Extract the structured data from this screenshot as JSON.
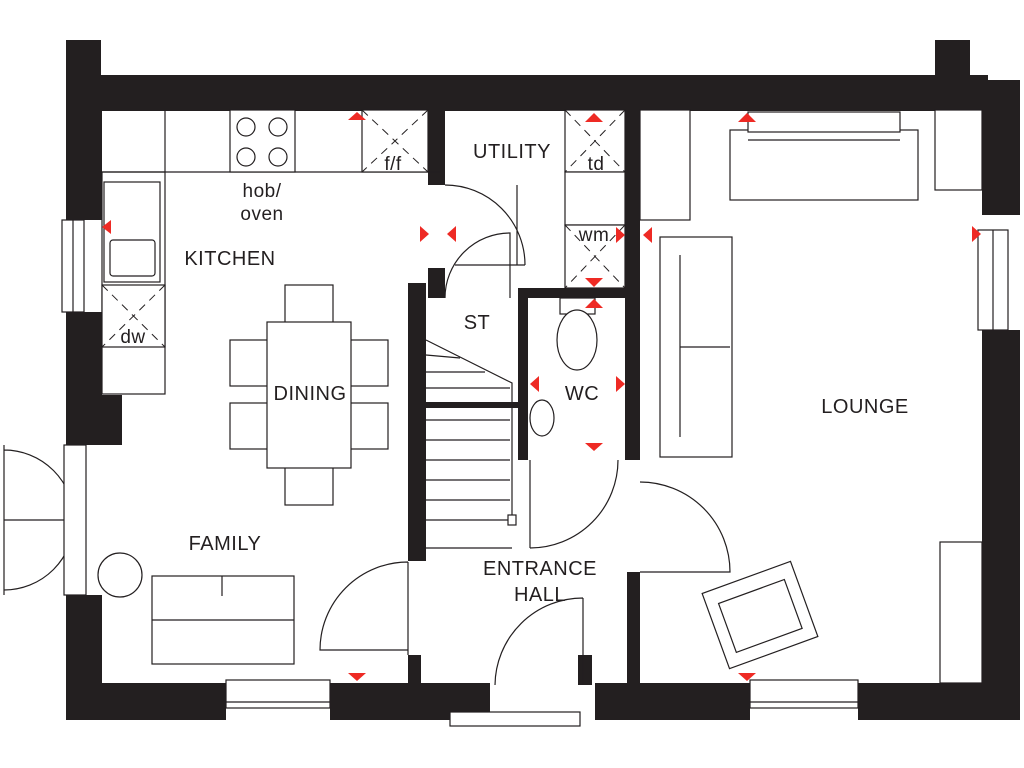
{
  "rooms": {
    "kitchen": "KITCHEN",
    "dining": "DINING",
    "family": "FAMILY",
    "utility": "UTILITY",
    "store": "ST",
    "wc": "WC",
    "entrance_1": "ENTRANCE",
    "entrance_2": "HALL",
    "lounge": "LOUNGE"
  },
  "appliances": {
    "hob_1": "hob/",
    "hob_2": "oven",
    "fridge_freezer": "f/f",
    "tumble_dryer": "td",
    "washing_machine": "wm",
    "dishwasher": "dw"
  },
  "colors": {
    "wall": "#231f20",
    "marker": "#ee2a24"
  }
}
